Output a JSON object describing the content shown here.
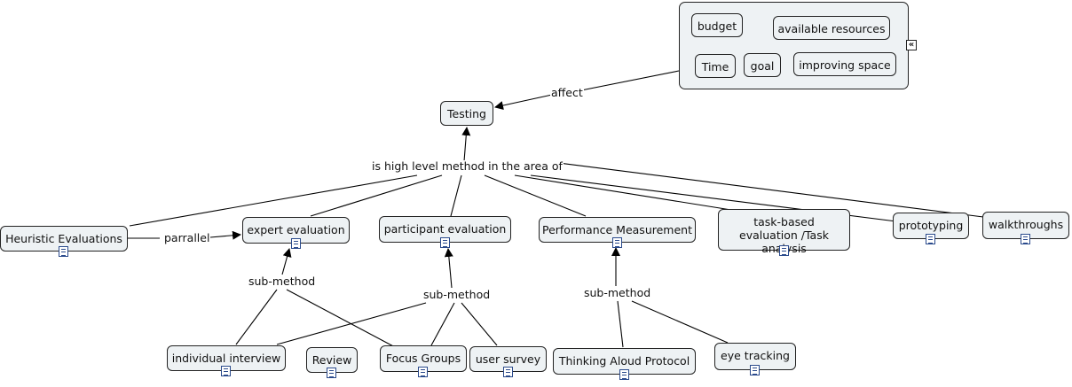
{
  "nodes": {
    "testing": "Testing",
    "budget": "budget",
    "available_resources": "available resources",
    "time": "Time",
    "goal": "goal",
    "improving_space": "improving space",
    "heuristic_evaluations": "Heuristic Evaluations",
    "expert_evaluation": "expert evaluation",
    "participant_evaluation": "participant evaluation",
    "performance_measurement": "Performance Measurement",
    "task_based_evaluation": "task-based evaluation /Task analysis",
    "prototyping": "prototyping",
    "walkthroughs": "walkthroughs",
    "individual_interview": "individual interview",
    "review": "Review",
    "focus_groups": "Focus Groups",
    "user_survey": "user survey",
    "thinking_aloud_protocol": "Thinking Aloud Protocol",
    "eye_tracking": "eye tracking"
  },
  "links": {
    "affect": "affect",
    "is_high_level_method": "is high level method in the area of",
    "parrallel": "parrallel",
    "sub_method_expert": "sub-method",
    "sub_method_participant": "sub-method",
    "sub_method_performance": "sub-method"
  },
  "icons": {
    "resource_icon": "document-icon",
    "collapse_icon": "double-chevron-left-icon"
  },
  "colors": {
    "node_fill": "#eef2f4",
    "node_border": "#222222",
    "line": "#000000"
  }
}
